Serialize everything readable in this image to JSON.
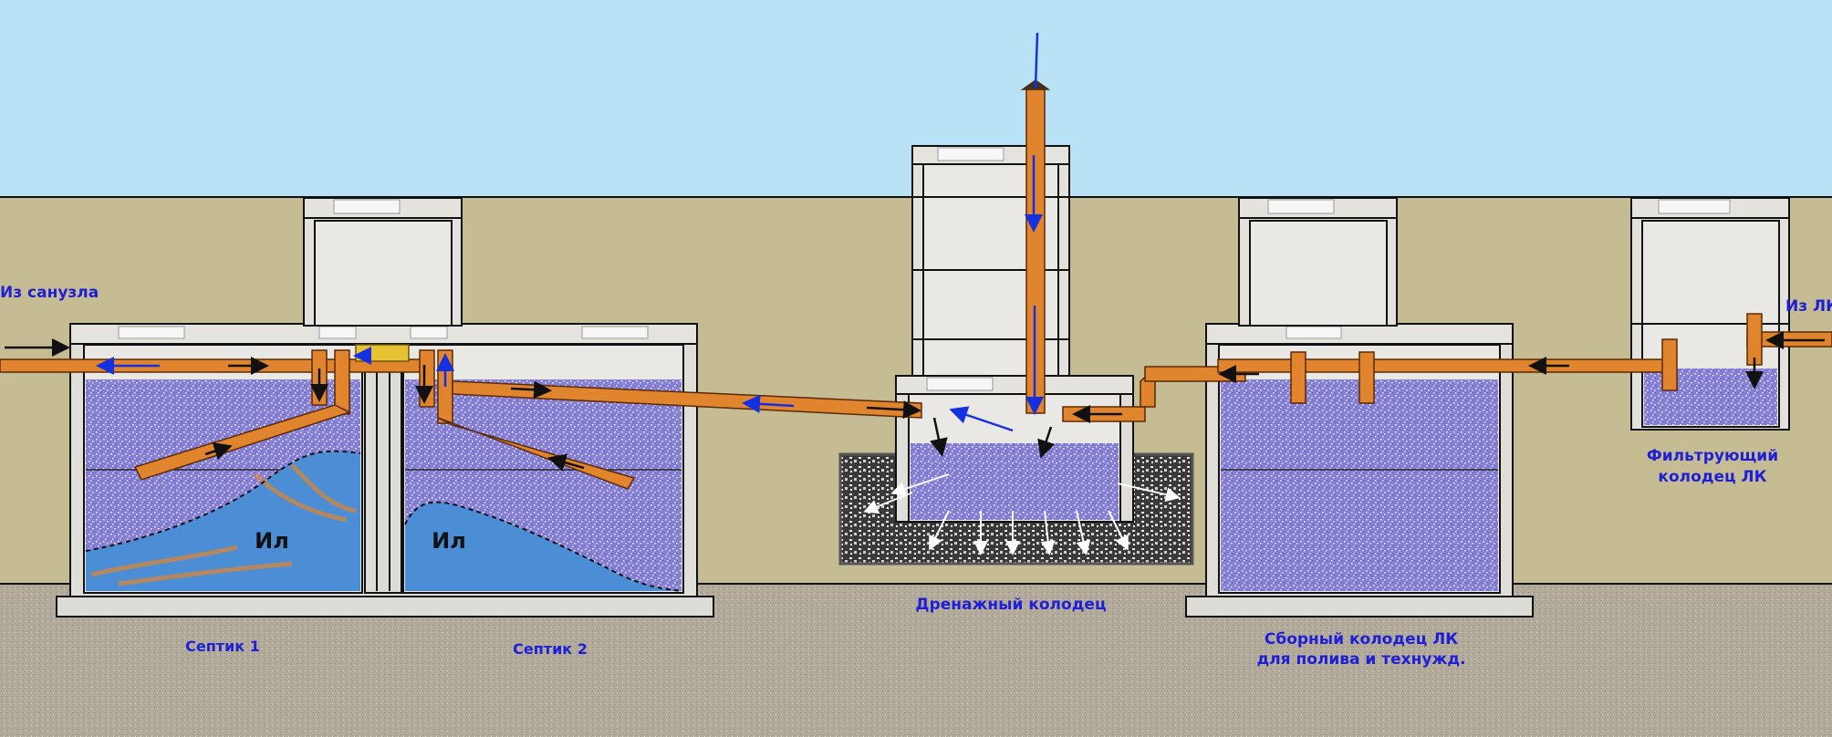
{
  "labels": {
    "from_bathroom": "Из санузла",
    "from_lk": "Из ЛК",
    "septic1": "Септик 1",
    "septic2": "Септик 2",
    "drain_well": "Дренажный колодец",
    "collector_line1": "Сборный колодец ЛК",
    "collector_line2": "для полива и технужд.",
    "filter_line1": "Фильтрующий",
    "filter_line2": "колодец ЛК",
    "sludge1": "Ил",
    "sludge2": "Ил"
  },
  "colors": {
    "sky": "#b9e2f7",
    "soil": "#c5bc94",
    "gravel": "#b3ac9a",
    "concrete": "#e2e1dc",
    "water": "#8a82dc",
    "sludge": "#4b8ed6",
    "pipe": "#e0842e",
    "label": "#1f1fd6"
  }
}
